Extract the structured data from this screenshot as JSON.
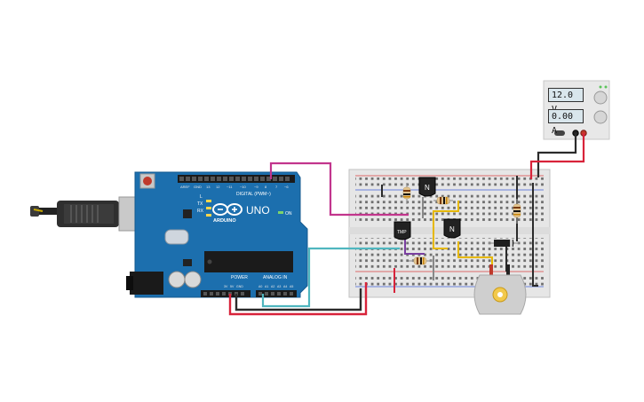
{
  "arduino": {
    "brand": "ARDUINO",
    "model": "UNO",
    "header_digital": "DIGITAL (PWM~)",
    "header_power": "POWER",
    "header_analog": "ANALOG IN",
    "tx": "TX",
    "rx": "RX",
    "led_l": "L",
    "on": "ON"
  },
  "power_supply": {
    "voltage": "12.0 V",
    "current": "0.00 A"
  },
  "components": {
    "transistor_q1": "N",
    "transistor_q2": "N",
    "sensor": "TMP"
  },
  "colors": {
    "board": "#1c6fae",
    "breadboard": "#e6e6e6",
    "wire_red": "#d8233a",
    "wire_black": "#2b2b2b",
    "wire_magenta": "#c2358d",
    "wire_cyan": "#4fb6bf",
    "wire_yellow": "#e6b800",
    "wire_purple": "#7a3fa0",
    "wire_gray": "#888888"
  }
}
